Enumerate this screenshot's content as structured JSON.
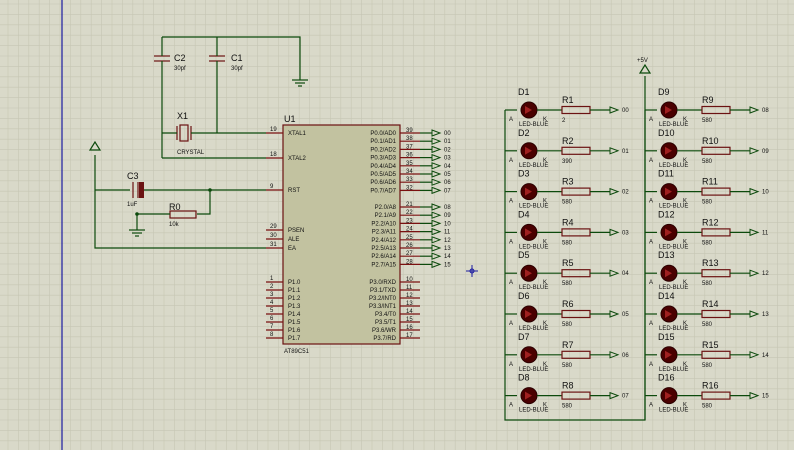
{
  "mcu": {
    "ref": "U1",
    "part": "AT89C51",
    "left_pins": [
      {
        "num": "19",
        "name": "XTAL1"
      },
      {
        "num": "18",
        "name": "XTAL2"
      },
      {
        "num": "9",
        "name": "RST"
      },
      {
        "num": "29",
        "name": "PSEN"
      },
      {
        "num": "30",
        "name": "ALE"
      },
      {
        "num": "31",
        "name": "EA"
      },
      {
        "num": "1",
        "name": "P1.0"
      },
      {
        "num": "2",
        "name": "P1.1"
      },
      {
        "num": "3",
        "name": "P1.2"
      },
      {
        "num": "4",
        "name": "P1.3"
      },
      {
        "num": "5",
        "name": "P1.4"
      },
      {
        "num": "6",
        "name": "P1.5"
      },
      {
        "num": "7",
        "name": "P1.6"
      },
      {
        "num": "8",
        "name": "P1.7"
      }
    ],
    "p0_pins": [
      {
        "num": "39",
        "name": "P0.0/AD0",
        "net": "00"
      },
      {
        "num": "38",
        "name": "P0.1/AD1",
        "net": "01"
      },
      {
        "num": "37",
        "name": "P0.2/AD2",
        "net": "02"
      },
      {
        "num": "36",
        "name": "P0.3/AD3",
        "net": "03"
      },
      {
        "num": "35",
        "name": "P0.4/AD4",
        "net": "04"
      },
      {
        "num": "34",
        "name": "P0.5/AD5",
        "net": "05"
      },
      {
        "num": "33",
        "name": "P0.6/AD6",
        "net": "06"
      },
      {
        "num": "32",
        "name": "P0.7/AD7",
        "net": "07"
      }
    ],
    "p2_pins": [
      {
        "num": "21",
        "name": "P2.0/A8",
        "net": "08"
      },
      {
        "num": "22",
        "name": "P2.1/A9",
        "net": "09"
      },
      {
        "num": "23",
        "name": "P2.2/A10",
        "net": "10"
      },
      {
        "num": "24",
        "name": "P2.3/A11",
        "net": "11"
      },
      {
        "num": "25",
        "name": "P2.4/A12",
        "net": "12"
      },
      {
        "num": "26",
        "name": "P2.5/A13",
        "net": "13"
      },
      {
        "num": "27",
        "name": "P2.6/A14",
        "net": "14"
      },
      {
        "num": "28",
        "name": "P2.7/A15",
        "net": "15"
      }
    ],
    "p3_pins": [
      {
        "num": "10",
        "name": "P3.0/RXD"
      },
      {
        "num": "11",
        "name": "P3.1/TXD"
      },
      {
        "num": "12",
        "name": "P3.2/INT0"
      },
      {
        "num": "13",
        "name": "P3.3/INT1"
      },
      {
        "num": "14",
        "name": "P3.4/T0"
      },
      {
        "num": "15",
        "name": "P3.5/T1"
      },
      {
        "num": "16",
        "name": "P3.6/WR"
      },
      {
        "num": "17",
        "name": "P3.7/RD"
      }
    ]
  },
  "components": {
    "c1": {
      "ref": "C1",
      "value": "30pf"
    },
    "c2": {
      "ref": "C2",
      "value": "30pf"
    },
    "c3": {
      "ref": "C3",
      "value": "1uF"
    },
    "x1": {
      "ref": "X1",
      "value": "CRYSTAL"
    },
    "r0": {
      "ref": "R0",
      "value": "10k"
    }
  },
  "power_label": "+5V",
  "led_type": "LED-BLUE",
  "anode_pin": "A",
  "cathode_pin": "K",
  "leds_left": [
    {
      "d": "D1",
      "r": "R1",
      "rv": "2",
      "net": "00"
    },
    {
      "d": "D2",
      "r": "R2",
      "rv": "390",
      "net": "01"
    },
    {
      "d": "D3",
      "r": "R3",
      "rv": "580",
      "net": "02"
    },
    {
      "d": "D4",
      "r": "R4",
      "rv": "580",
      "net": "03"
    },
    {
      "d": "D5",
      "r": "R5",
      "rv": "580",
      "net": "04"
    },
    {
      "d": "D6",
      "r": "R6",
      "rv": "580",
      "net": "05"
    },
    {
      "d": "D7",
      "r": "R7",
      "rv": "580",
      "net": "06"
    },
    {
      "d": "D8",
      "r": "R8",
      "rv": "580",
      "net": "07"
    }
  ],
  "leds_right": [
    {
      "d": "D9",
      "r": "R9",
      "rv": "580",
      "net": "08"
    },
    {
      "d": "D10",
      "r": "R10",
      "rv": "580",
      "net": "09"
    },
    {
      "d": "D11",
      "r": "R11",
      "rv": "580",
      "net": "10"
    },
    {
      "d": "D12",
      "r": "R12",
      "rv": "580",
      "net": "11"
    },
    {
      "d": "D13",
      "r": "R13",
      "rv": "580",
      "net": "12"
    },
    {
      "d": "D14",
      "r": "R14",
      "rv": "580",
      "net": "13"
    },
    {
      "d": "D15",
      "r": "R15",
      "rv": "580",
      "net": "14"
    },
    {
      "d": "D16",
      "r": "R16",
      "rv": "580",
      "net": "15"
    }
  ]
}
